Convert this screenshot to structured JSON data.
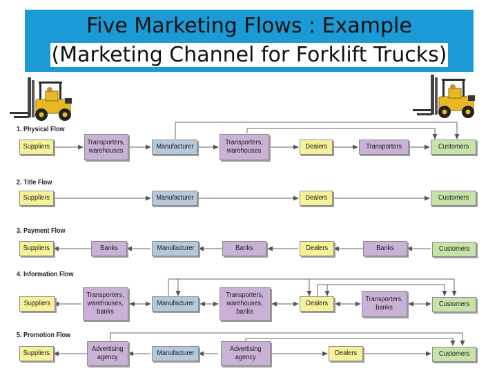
{
  "slide": {
    "title_line_1": "Five Marketing Flows : Example",
    "title_line_2": "(Marketing Channel for Forklift Trucks)"
  },
  "colors": {
    "title_bar": "#1b9ad6",
    "suppliers": "#f7f29a",
    "intermediary": "#c9b2d6",
    "manufacturer": "#b6c9dc",
    "customers": "#c7e3a9",
    "forklift_body": "#e8b923"
  },
  "icons": {
    "left": "forklift-icon",
    "right": "forklift-icon"
  },
  "flows": [
    {
      "label": "1. Physical Flow",
      "nodes": [
        "Suppliers",
        "Transporters,\nwarehouses",
        "Manufacturer",
        "Transporters,\nwarehouses",
        "Dealers",
        "Transporters",
        "Customers"
      ]
    },
    {
      "label": "2. Title Flow",
      "nodes": [
        "Suppliers",
        "Manufacturer",
        "Dealers",
        "Customers"
      ]
    },
    {
      "label": "3. Payment Flow",
      "nodes": [
        "Suppliers",
        "Banks",
        "Manufacturer",
        "Banks",
        "Dealers",
        "Banks",
        "Customers"
      ]
    },
    {
      "label": "4. Information Flow",
      "nodes": [
        "Suppliers",
        "Transporters,\nwarehouses,\nbanks",
        "Manufacturer",
        "Transporters,\nwarehouses,\nbanks",
        "Dealers",
        "Transporters,\nbanks",
        "Customers"
      ]
    },
    {
      "label": "5. Promotion Flow",
      "nodes": [
        "Suppliers",
        "Advertising\nagency",
        "Manufacturer",
        "Advertising\nagency",
        "Dealers",
        "Customers"
      ]
    }
  ]
}
